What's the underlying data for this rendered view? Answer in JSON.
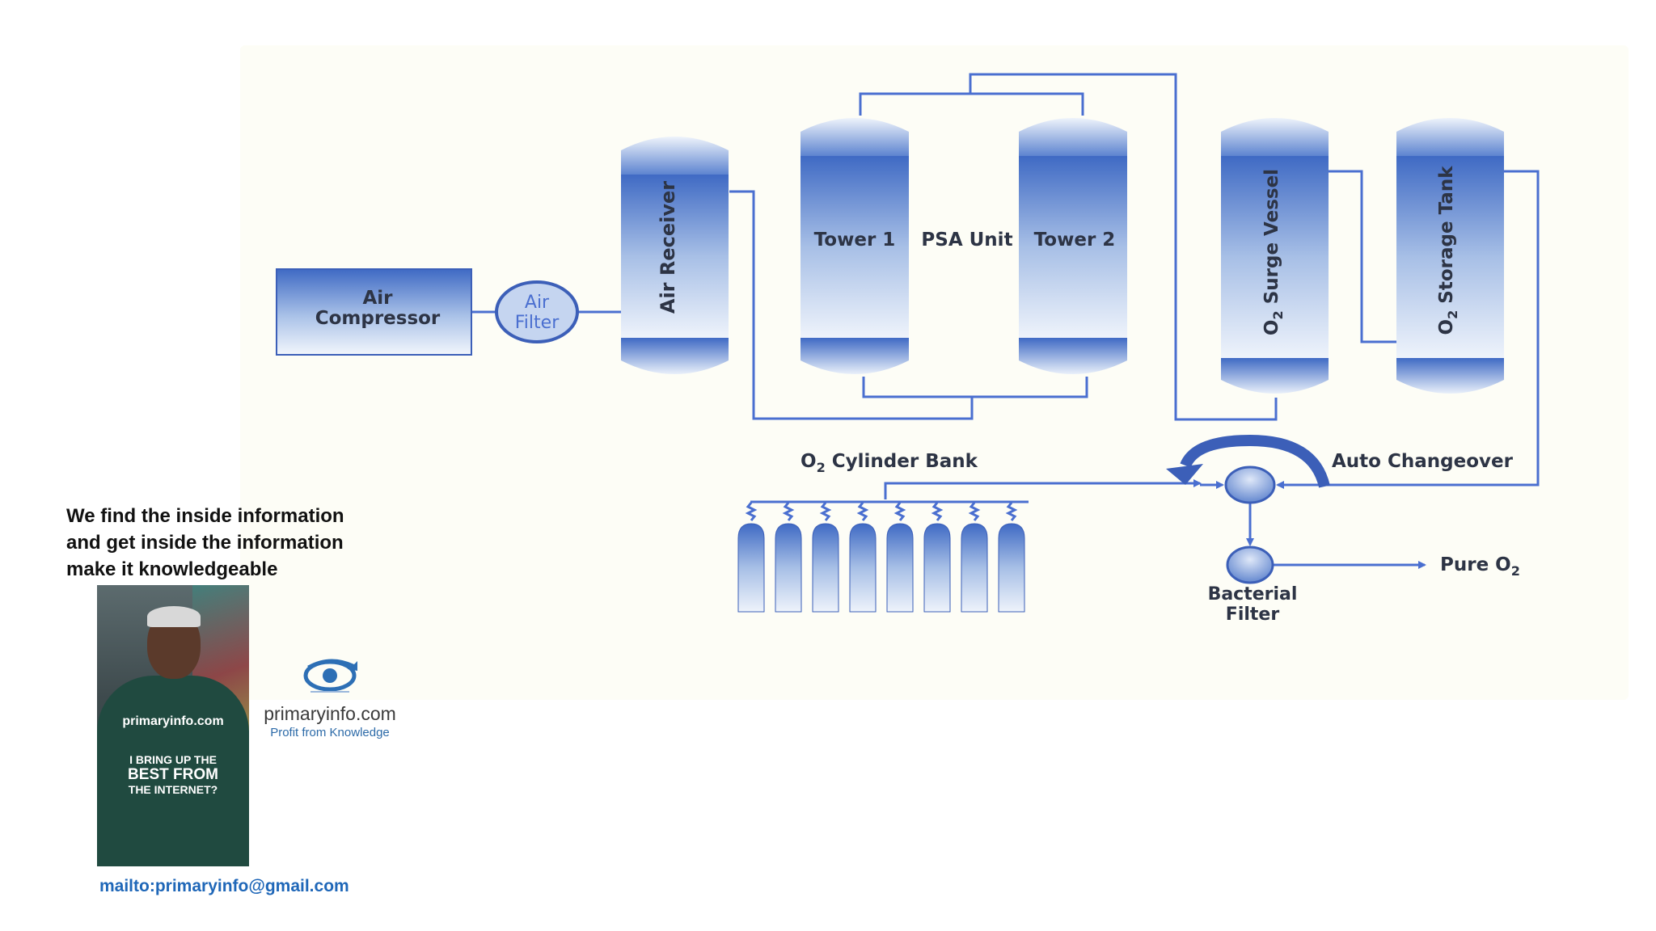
{
  "diagram": {
    "air_compressor": [
      "Air",
      "Compressor"
    ],
    "air_filter": [
      "Air",
      "Filter"
    ],
    "air_receiver": "Air Receiver",
    "tower1": "Tower 1",
    "psa_unit": "PSA Unit",
    "tower2": "Tower 2",
    "surge_vessel": {
      "prefix": "O",
      "sub": "2",
      "rest": " Surge Vessel"
    },
    "storage_tank": {
      "prefix": "O",
      "sub": "2",
      "rest": " Storage Tank"
    },
    "cylinder_bank": {
      "prefix": "O",
      "sub": "2",
      "rest": " Cylinder Bank"
    },
    "auto_changeover": "Auto Changeover",
    "bacterial_filter": [
      "Bacterial",
      "Filter"
    ],
    "pure_o2": {
      "prefix": "Pure O",
      "sub": "2"
    }
  },
  "colors": {
    "pipe": "#4a6fd0",
    "vessel_dark": "#3f6ac4",
    "vessel_light": "#eef3fb",
    "text": "#2d3445"
  },
  "promo": {
    "tagline": [
      "We find the inside information",
      "and get inside the information",
      "make it knowledgeable"
    ],
    "shirt_brand": "primaryinfo.com",
    "shirt_slogan": [
      "I BRING UP THE",
      "BEST FROM",
      "THE INTERNET?"
    ],
    "logo_icon": "gear-eye-logo-icon",
    "logo_name": "primaryinfo.com",
    "logo_slogan": "Profit from Knowledge",
    "email": "mailto:primaryinfo@gmail.com"
  }
}
